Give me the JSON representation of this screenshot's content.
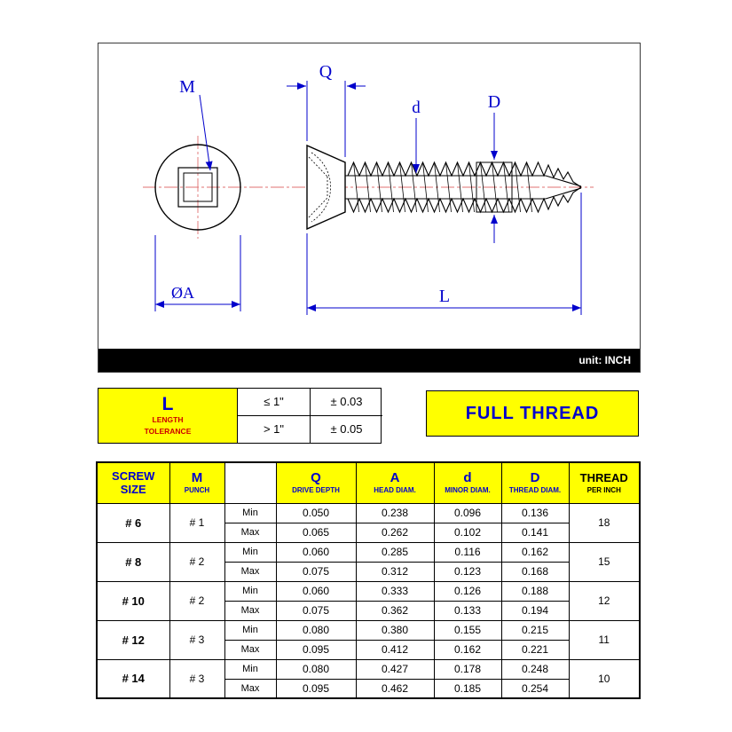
{
  "drawing": {
    "unit_label": "unit: INCH",
    "dim_labels": {
      "m": "M",
      "q": "Q",
      "d": "d",
      "thread_diam": "D",
      "length": "L",
      "head_diam": "ØA"
    }
  },
  "tolerance_box": {
    "symbol": "L",
    "label_line1": "LENGTH",
    "label_line2": "TOLERANCE",
    "rows": [
      {
        "condition": "≤ 1\"",
        "tolerance": "± 0.03"
      },
      {
        "condition": "> 1\"",
        "tolerance": "± 0.05"
      }
    ]
  },
  "full_thread": {
    "label": "FULL THREAD"
  },
  "spec_table": {
    "headers": {
      "screw_size_line1": "SCREW",
      "screw_size_line2": "SIZE",
      "m": "M",
      "m_sub": "PUNCH",
      "q": "Q",
      "q_sub": "DRIVE DEPTH",
      "a": "A",
      "a_sub": "HEAD DIAM.",
      "d": "d",
      "d_sub": "MINOR DIAM.",
      "D": "D",
      "D_sub": "THREAD DIAM.",
      "thread": "THREAD",
      "thread_sub": "PER INCH"
    },
    "row_labels": {
      "min": "Min",
      "max": "Max"
    },
    "rows": [
      {
        "size": "# 6",
        "punch": "# 1",
        "min": {
          "q": "0.050",
          "a": "0.238",
          "d": "0.096",
          "D": "0.136"
        },
        "max": {
          "q": "0.065",
          "a": "0.262",
          "d": "0.102",
          "D": "0.141"
        },
        "tpi": "18"
      },
      {
        "size": "# 8",
        "punch": "# 2",
        "min": {
          "q": "0.060",
          "a": "0.285",
          "d": "0.116",
          "D": "0.162"
        },
        "max": {
          "q": "0.075",
          "a": "0.312",
          "d": "0.123",
          "D": "0.168"
        },
        "tpi": "15"
      },
      {
        "size": "# 10",
        "punch": "# 2",
        "min": {
          "q": "0.060",
          "a": "0.333",
          "d": "0.126",
          "D": "0.188"
        },
        "max": {
          "q": "0.075",
          "a": "0.362",
          "d": "0.133",
          "D": "0.194"
        },
        "tpi": "12"
      },
      {
        "size": "# 12",
        "punch": "# 3",
        "min": {
          "q": "0.080",
          "a": "0.380",
          "d": "0.155",
          "D": "0.215"
        },
        "max": {
          "q": "0.095",
          "a": "0.412",
          "d": "0.162",
          "D": "0.221"
        },
        "tpi": "11"
      },
      {
        "size": "# 14",
        "punch": "# 3",
        "min": {
          "q": "0.080",
          "a": "0.427",
          "d": "0.178",
          "D": "0.248"
        },
        "max": {
          "q": "0.095",
          "a": "0.462",
          "d": "0.185",
          "D": "0.254"
        },
        "tpi": "10"
      }
    ]
  },
  "colors": {
    "accent_blue": "#0000cc",
    "label_red": "#cc0000",
    "highlight_yellow": "#ffff00",
    "centerline_pink": "#e07070"
  }
}
